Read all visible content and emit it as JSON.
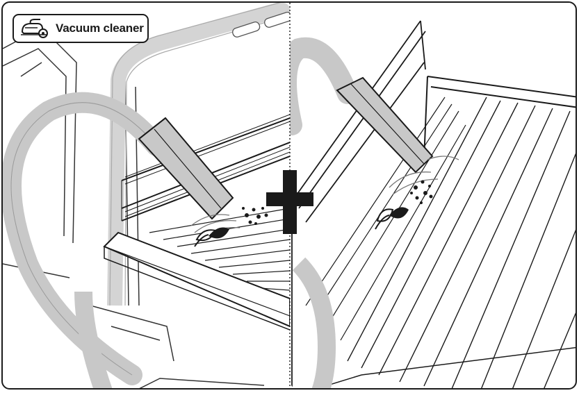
{
  "badge": {
    "label": "Vacuum cleaner",
    "icon": "vacuum-cleaner-icon"
  },
  "panels": [
    {
      "name": "left-panel",
      "subject": "vacuum-nozzle-on-lowered-slats"
    },
    {
      "name": "right-panel",
      "subject": "vacuum-nozzle-on-raised-slats"
    }
  ],
  "combinator": {
    "symbol": "plus-icon"
  },
  "colors": {
    "line": "#1a1a1a",
    "hose": "#c8c8c8",
    "hose_edge": "#9a9a9a",
    "bg": "#ffffff"
  }
}
